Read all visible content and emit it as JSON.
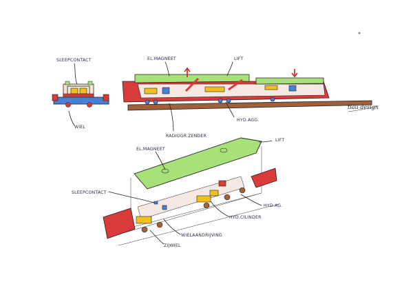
{
  "labels": {
    "sleepcontact_top": "SLEEPCONTACT",
    "wiel": "WIEL",
    "el_magneet_top": "EL.MAGNEET",
    "lift_top": "LIFT",
    "radiogr_zender": "RADIOGR.ZENDER",
    "hyd_agg_top": "HYD.AGG.",
    "el_magneet_bottom": "EL.MAGNEET",
    "lift_bottom": "LIFT",
    "sleepcontact_bottom": "SLEEPCONTACT",
    "hyd_agg_bottom": "HYD.AG.",
    "hyd_cilinder": "HYD.CILINDER",
    "wielaandrijving": "WIELAANDRIJVING",
    "zijwiel": "ZIJWIEL"
  },
  "signature": "tlau design",
  "colors": {
    "lift_green": "#a8e07a",
    "rail_red": "#d93a3a",
    "track_brown": "#a0603a",
    "blue_base": "#4a7fd6",
    "yellow_part": "#f0c020",
    "arrow_red": "#d83030"
  }
}
